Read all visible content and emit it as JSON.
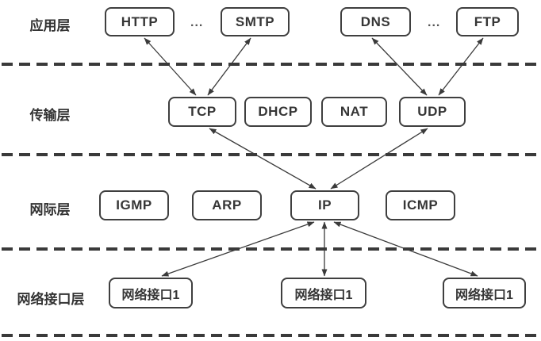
{
  "layer_labels": {
    "application": "应用层",
    "transport": "传输层",
    "internet": "网际层",
    "network_interface": "网络接口层"
  },
  "protocol_boxes": {
    "http": "HTTP",
    "smtp": "SMTP",
    "dns": "DNS",
    "ftp": "FTP",
    "tcp": "TCP",
    "dhcp": "DHCP",
    "nat": "NAT",
    "udp": "UDP",
    "igmp": "IGMP",
    "arp": "ARP",
    "ip": "IP",
    "icmp": "ICMP",
    "interface1": "网络接口1",
    "interface2": "网络接口1",
    "interface3": "网络接口1"
  },
  "ellipsis": {
    "app_left": "...",
    "app_right": "..."
  },
  "connections": [
    {
      "from": "HTTP",
      "to": "TCP",
      "bidirectional": true
    },
    {
      "from": "SMTP",
      "to": "TCP",
      "bidirectional": true
    },
    {
      "from": "DNS",
      "to": "UDP",
      "bidirectional": true
    },
    {
      "from": "FTP",
      "to": "UDP",
      "bidirectional": true
    },
    {
      "from": "TCP",
      "to": "IP",
      "bidirectional": true
    },
    {
      "from": "UDP",
      "to": "IP",
      "bidirectional": true
    },
    {
      "from": "IP",
      "to": "网络接口1 (left)",
      "bidirectional": true
    },
    {
      "from": "IP",
      "to": "网络接口1 (middle)",
      "bidirectional": true
    },
    {
      "from": "IP",
      "to": "网络接口1 (right)",
      "bidirectional": true
    }
  ],
  "colors": {
    "line": "#3a3a3a",
    "box_border": "#3f3f3f",
    "text": "#363636",
    "background": "#ffffff"
  }
}
